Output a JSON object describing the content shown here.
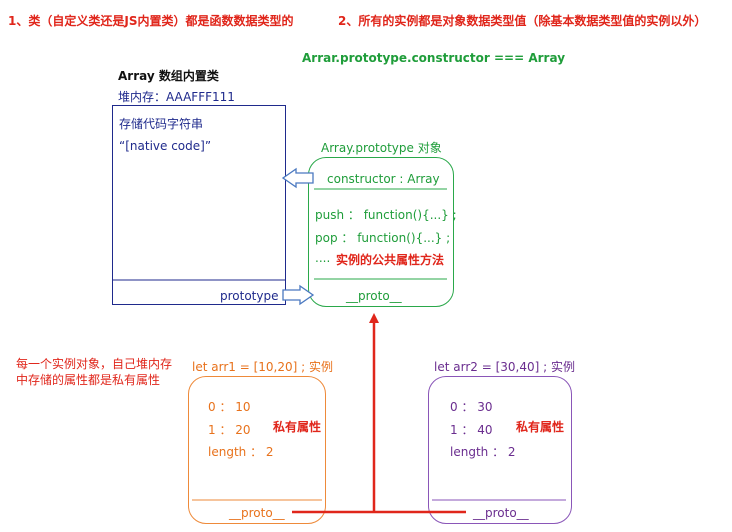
{
  "header": {
    "note1": "1、类（自定义类还是JS内置类）都是函数数据类型的",
    "note2": "2、所有的实例都是对象数据类型值（除基本数据类型值的实例以外）",
    "equation": "Arrar.prototype.constructor === Array"
  },
  "class_box": {
    "title": "Array 数组内置类",
    "heap": "堆内存：AAAFFF111",
    "stored_code": "存储代码字符串",
    "native_code": "“[native code]”",
    "prototype_label": "prototype"
  },
  "prototype_box": {
    "title": "Array.prototype  对象",
    "constructor": "constructor : Array",
    "push": "push ： function(){...} ;",
    "pop": "pop  ： function(){...} ;",
    "more": "....",
    "public_methods": "实例的公共属性方法",
    "proto": "__proto__"
  },
  "note_left": "每一个实例对象，自己堆内存中存储的属性都是私有属性",
  "arr1": {
    "decl": "let arr1 = [10,20] ;  实例",
    "item0": "0  ：  10",
    "item1": "1  ：  20",
    "length": "length ： 2",
    "private": "私有属性",
    "proto": "__proto__"
  },
  "arr2": {
    "decl": "let arr2 = [30,40] ;  实例",
    "item0": "0  ：  30",
    "item1": "1  ：  40",
    "length": "length ： 2",
    "private": "私有属性",
    "proto": "__proto__"
  },
  "colors": {
    "red": "#e0261b",
    "green": "#1f9d3a",
    "navy": "#1f2a8c",
    "orange": "#e8721c",
    "purple": "#6a2d8f"
  }
}
